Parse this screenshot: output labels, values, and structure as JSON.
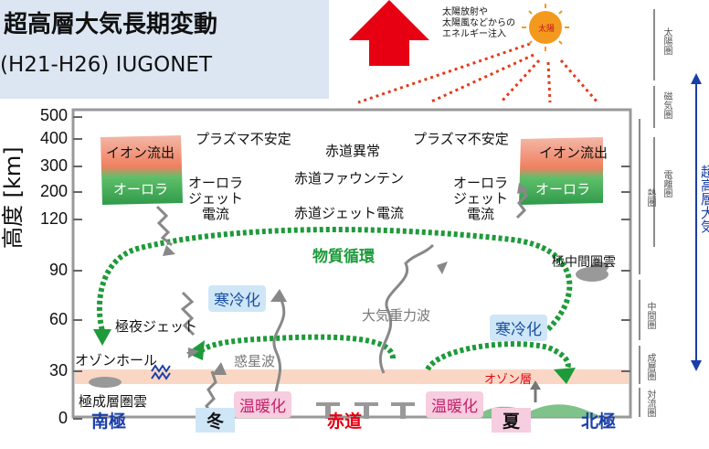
{
  "title": {
    "main": "超高層大気長期変動",
    "sub": "(H21-H26)  IUGONET"
  },
  "sun": {
    "label": "太陽",
    "caption_lines": [
      "太陽放射や",
      "太陽風などからの",
      "エネルギー注入"
    ]
  },
  "y_axis": {
    "label": "高度 [km]",
    "ticks": [
      "500",
      "400",
      "300",
      "200",
      "120",
      "90",
      "60",
      "30",
      "0"
    ]
  },
  "bottom_labels": {
    "south_pole": "南極",
    "winter": "冬",
    "equator": "赤道",
    "summer": "夏",
    "north_pole": "北極"
  },
  "left_column": {
    "ion_outflow": "イオン流出",
    "aurora": "オーロラ",
    "aurora_jet": [
      "オーロラ",
      "ジェット",
      "電流"
    ],
    "plasma_instability": "プラズマ不安定",
    "polar_night_jet": "極夜ジェット",
    "ozone_hole": "オゾンホール",
    "psc": "極成層圏雲"
  },
  "center_column": {
    "eq_anomaly": "赤道異常",
    "eq_fountain": "赤道ファウンテン",
    "eq_jet": "赤道ジェット電流",
    "material_circulation": "物質循環",
    "gravity_wave": "大気重力波",
    "planetary_wave": "惑星波"
  },
  "right_column": {
    "plasma_instability": "プラズマ不安定",
    "ion_outflow": "イオン流出",
    "aurora": "オーロラ",
    "aurora_jet": [
      "オーロラ",
      "ジェット",
      "電流"
    ],
    "polar_mesospheric_cloud": "極中間圏雲",
    "ozone_layer": "オゾン層"
  },
  "pills": {
    "cooling_left": "寒冷化",
    "cooling_right": "寒冷化",
    "warming_left": "温暖化",
    "warming_right": "温暖化"
  },
  "side_layers": {
    "heliosphere": "太陽圏",
    "magnetosphere": "磁気圏",
    "ionosphere": "電離圏",
    "thermosphere": "熱圏",
    "mesosphere": "中間圏",
    "stratosphere": "成層圏",
    "troposphere": "対流圏",
    "upper_atmosphere": "超高層大気"
  },
  "colors": {
    "arrow_red": "#e60012",
    "circulation_green": "#1e9a3a",
    "cooling_bg": "#cfe6f7",
    "warming_bg": "#f7cde0",
    "equator_red": "#e60012",
    "pole_blue": "#1a3ea8",
    "ozone_band": "#f9d7c4"
  }
}
